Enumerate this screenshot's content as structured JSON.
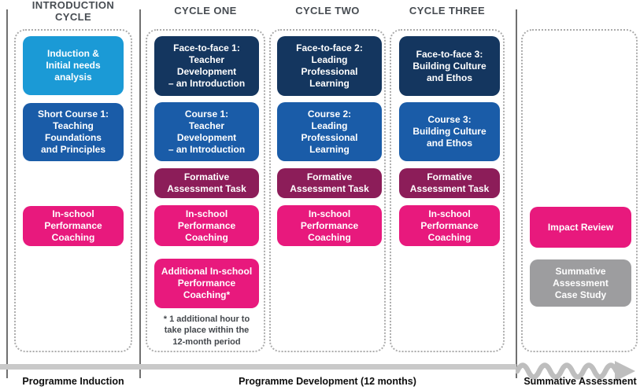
{
  "palette": {
    "light_blue": "#1B9AD6",
    "medium_blue": "#1A5CA8",
    "navy": "#14365F",
    "maroon": "#8C1D59",
    "pink": "#E8197D",
    "gray": "#9D9D9F",
    "header_text": "#474C52",
    "footnote_text": "#44484D",
    "label_text": "#0D0D0D",
    "timeline_bar": "#C9C9C9",
    "divider_line": "#707070",
    "wavy_arrow": "#BEBEBE",
    "dotted_border": "#ABABAB"
  },
  "headers": {
    "introduction": "INTRODUCTION\nCYCLE",
    "cycle_one": "CYCLE ONE",
    "cycle_two": "CYCLE TWO",
    "cycle_three": "CYCLE THREE"
  },
  "introduction": {
    "induction": "Induction &\nInitial needs\nanalysis",
    "short_course": "Short Course 1:\nTeaching\nFoundations\nand Principles",
    "coaching": "In-school\nPerformance\nCoaching"
  },
  "cycle_one": {
    "face_to_face": "Face-to-face 1:\nTeacher\nDevelopment\n– an Introduction",
    "course": "Course 1:\nTeacher\nDevelopment\n– an Introduction",
    "formative": "Formative\nAssessment Task",
    "coaching": "In-school\nPerformance\nCoaching",
    "additional_coaching": "Additional In-school\nPerformance\nCoaching*",
    "footnote": "* 1 additional hour to\ntake place within the\n12-month period"
  },
  "cycle_two": {
    "face_to_face": "Face-to-face 2:\nLeading\nProfessional\nLearning",
    "course": "Course 2:\nLeading\nProfessional\nLearning",
    "formative": "Formative\nAssessment Task",
    "coaching": "In-school\nPerformance\nCoaching"
  },
  "cycle_three": {
    "face_to_face": "Face-to-face 3:\nBuilding Culture\nand Ethos",
    "course": "Course 3:\nBuilding Culture\nand Ethos",
    "formative": "Formative\nAssessment Task",
    "coaching": "In-school\nPerformance\nCoaching"
  },
  "summative": {
    "impact_review": "Impact Review",
    "case_study": "Summative\nAssessment\nCase Study"
  },
  "timeline": {
    "induction_label": "Programme Induction",
    "development_label": "Programme Development (12 months)",
    "summative_label": "Summative Assessment"
  }
}
